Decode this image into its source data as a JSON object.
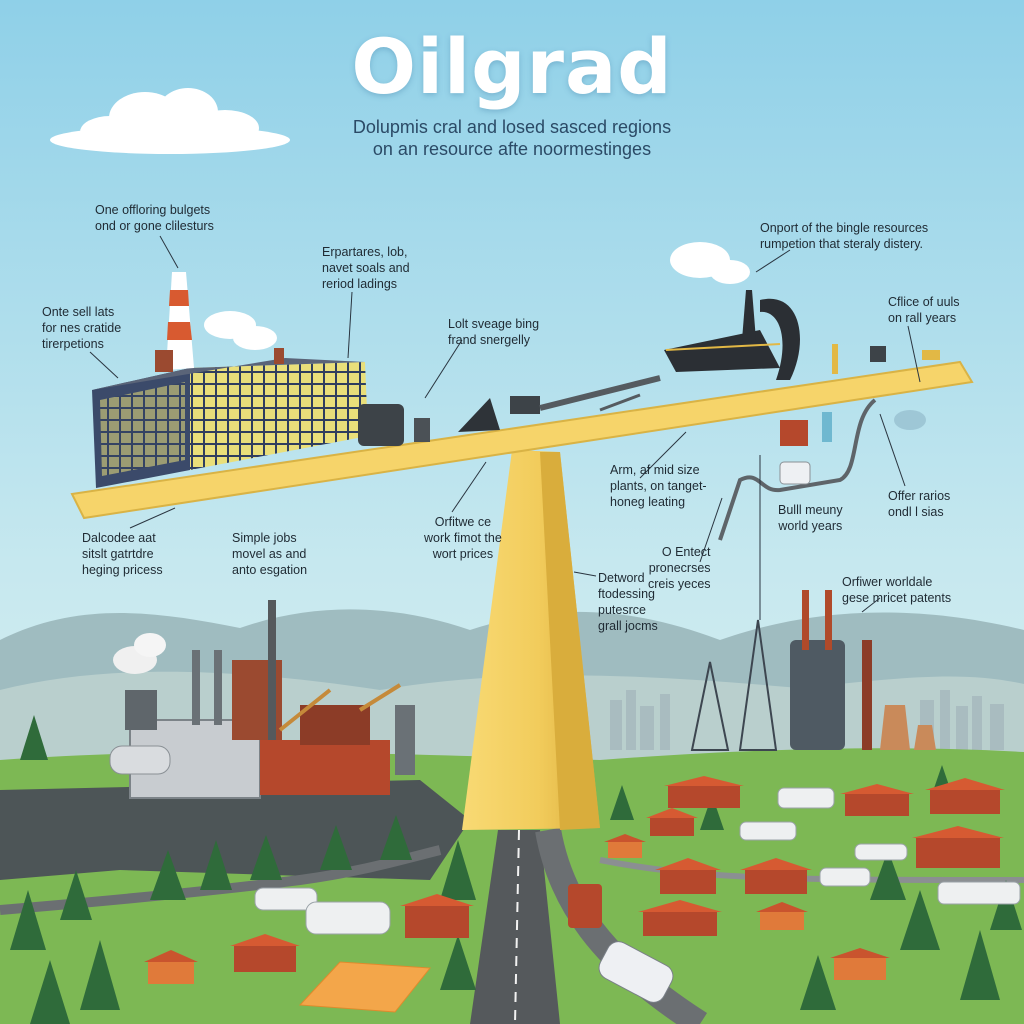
{
  "title": "Oilgrad",
  "subtitle": {
    "line1": "Dolupmis cral and losed sasced regions",
    "line2": "on an resource afte noormestinges"
  },
  "annotations": {
    "budgets": [
      "One offloring bulgets",
      "ond or gone clilesturs"
    ],
    "transitions": [
      "Onte sell lats",
      "for nes cratide",
      "tirerpetions"
    ],
    "departures": [
      "Erpartares, lob,",
      "navet soals and",
      "reriod ladings"
    ],
    "sveage": [
      "Lolt sveage bing",
      "frand snergelly"
    ],
    "resources": [
      "Onport of the bingle resources",
      "rumpetion that steraly distery."
    ],
    "rail_years": [
      "Cflice of uuls",
      "on rall years"
    ],
    "dalcodee": [
      "Dalcodee aat",
      "sitslt gatrtdre",
      "heging pricess"
    ],
    "simple_jobs": [
      "Simple jobs",
      "movel as and",
      "anto esgation"
    ],
    "world_prices": [
      "Orfitwe ce",
      "work fimot the",
      "wort prices"
    ],
    "plants": [
      "Arm, af mid size",
      "plants, on tanget-",
      "honeg leating"
    ],
    "world_years": [
      "Bulll meuny",
      "world years"
    ],
    "other_rarios": [
      "Offer rarios",
      "ondl l sias"
    ],
    "entect": [
      "O Entect",
      "pronecrses",
      "creis yeces"
    ],
    "detword": [
      "Detword",
      "ftodessing",
      "putesrce",
      "grall jocms"
    ],
    "worldale": [
      "Orfiwer worldale",
      "gese mricet patents"
    ]
  },
  "colors": {
    "sky_top": "#8fd0e8",
    "sky_bottom": "#e6f4ef",
    "beam": "#f6d46a",
    "beam_edge": "#d9b345",
    "grass": "#7db854",
    "grass_dark": "#5f9c3e",
    "roof": "#d65a32",
    "brick": "#b5482c",
    "tree": "#2f6b3a"
  }
}
